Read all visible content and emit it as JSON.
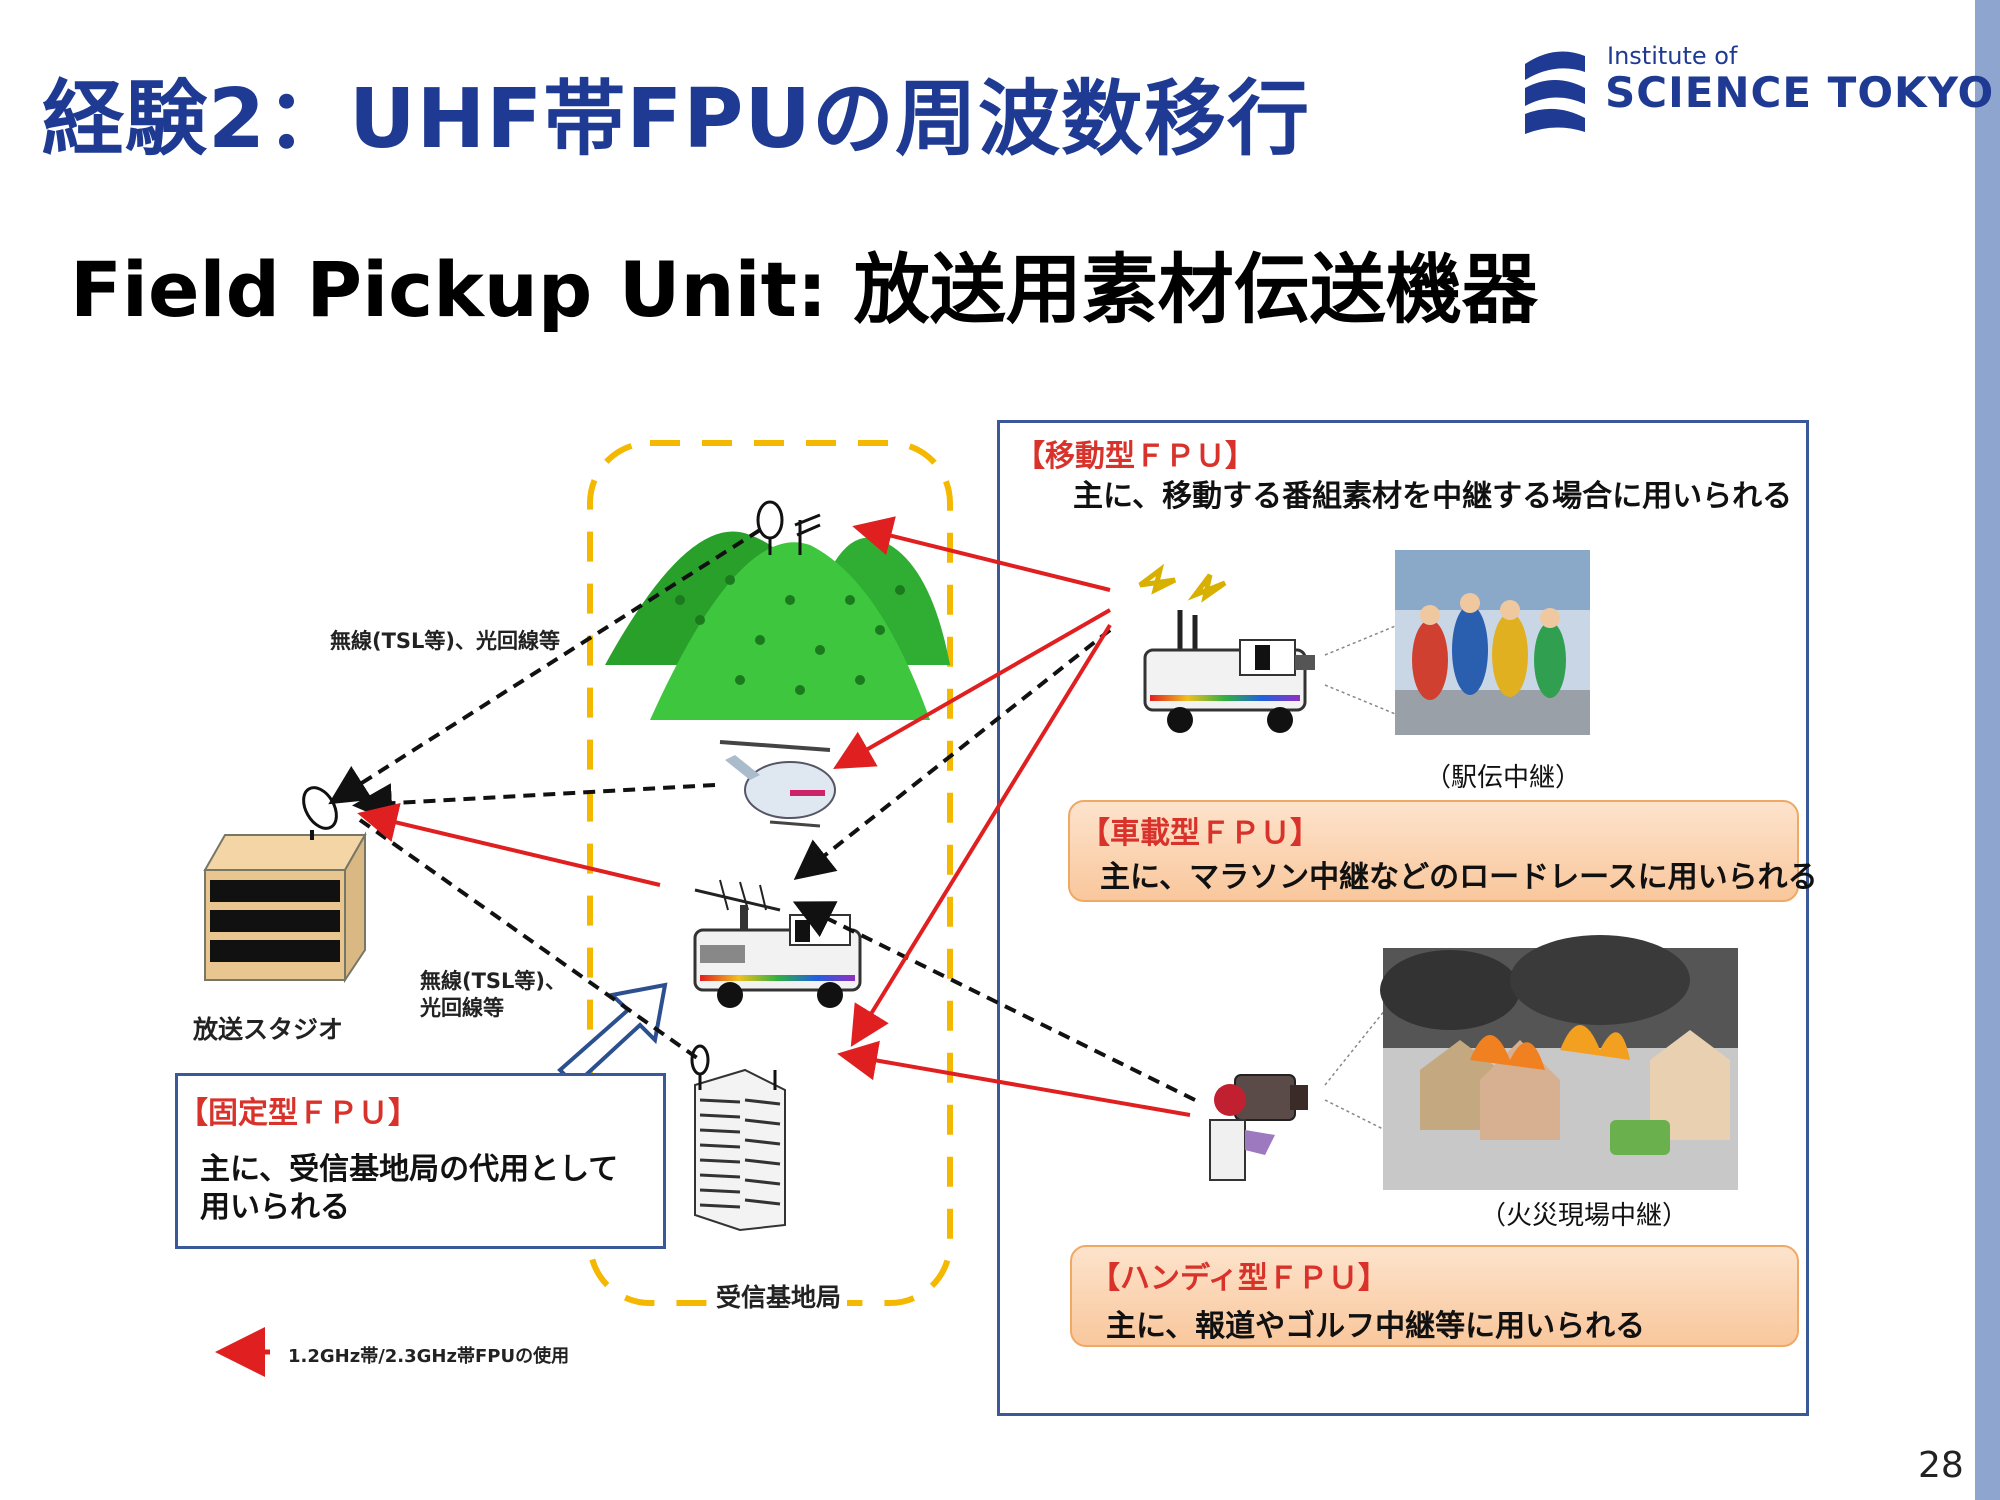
{
  "slide": {
    "title": "経験2：UHF帯FPUの周波数移行",
    "subtitle": "Field Pickup Unit: 放送用素材伝送機器",
    "page_number": "28"
  },
  "logo": {
    "line1": "Institute of",
    "line2": "SCIENCE TOKYO",
    "color": "#1f3a93"
  },
  "diagram": {
    "wireless_label_top": "無線(TSL等)、光回線等",
    "wireless_label_mid_1": "無線(TSL等)、",
    "wireless_label_mid_2": "光回線等",
    "studio_label": "放送スタジオ",
    "receiving_station_label": "受信基地局",
    "legend_label": "1.2GHz帯/2.3GHz帯FPUの使用",
    "arrow_color": "#e02020",
    "fixed": {
      "title": "【固定型ＦＰＵ】",
      "desc_line1": "主に、受信基地局の代用として",
      "desc_line2": "用いられる"
    },
    "mobile": {
      "title": "【移動型ＦＰＵ】",
      "desc": "主に、移動する番組素材を中継する場合に用いられる",
      "photo_caption": "（駅伝中継）"
    },
    "vehicle": {
      "title": "【車載型ＦＰＵ】",
      "desc": "主に、マラソン中継などのロードレースに用いられる"
    },
    "fire_caption": "（火災現場中継）",
    "handy": {
      "title": "【ハンディ型ＦＰＵ】",
      "desc": "主に、報道やゴルフ中継等に用いられる"
    }
  }
}
